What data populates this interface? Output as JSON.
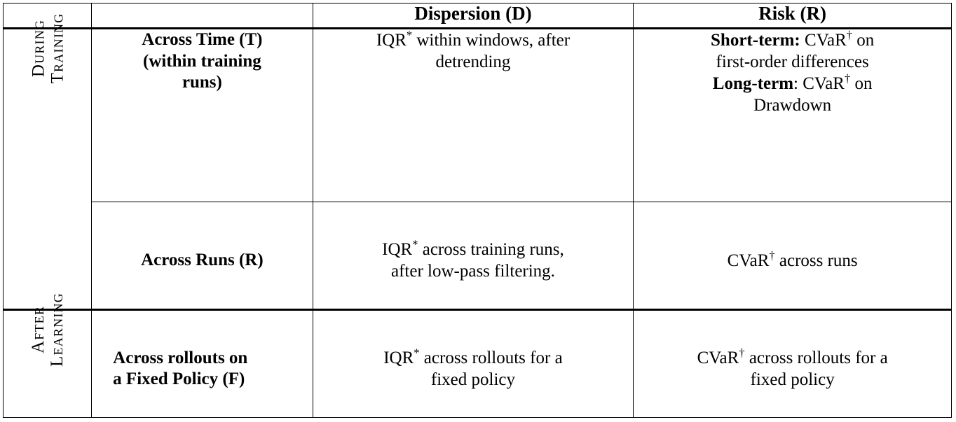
{
  "table": {
    "headers": {
      "corner_group": "",
      "corner_scope": "",
      "dispersion": "Dispersion (D)",
      "risk": "Risk (R)"
    },
    "groups": [
      {
        "name": "during-training",
        "label_line1": "During",
        "label_line2": "Training",
        "rows": [
          {
            "name": "across-time",
            "scope_line1": "Across Time (T)",
            "scope_line2": "(within training",
            "scope_line3": "runs)",
            "dispersion": {
              "prefix": "IQR",
              "mark": "*",
              "line1_rest": " within windows, after",
              "line2": "detrending"
            },
            "risk": {
              "item1_label": "Short-term:",
              "item1_label_bold_colon": true,
              "item1_acronym": "CVaR",
              "item1_mark": "†",
              "item1_tail": " on",
              "item1_line2": "first-order differences",
              "item2_label": "Long-term",
              "item2_colon": ":",
              "item2_acronym": "CVaR",
              "item2_mark": "†",
              "item2_tail": " on",
              "item2_line2": "Drawdown"
            }
          },
          {
            "name": "across-runs",
            "scope_line1": "Across Runs (R)",
            "dispersion": {
              "prefix": "IQR",
              "mark": "*",
              "line1_rest": " across training runs,",
              "line2": "after low-pass filtering."
            },
            "risk": {
              "prefix": "CVaR",
              "mark": "†",
              "line1_rest": " across runs"
            }
          }
        ]
      },
      {
        "name": "after-learning",
        "label_line1": "After",
        "label_line2": "Learning",
        "rows": [
          {
            "name": "across-rollouts-fixed-policy",
            "scope_line1": "Across rollouts on",
            "scope_line2": "a Fixed Policy (F)",
            "dispersion": {
              "prefix": "IQR",
              "mark": "*",
              "line1_rest": " across rollouts for a",
              "line2": "fixed policy"
            },
            "risk": {
              "prefix": "CVaR",
              "mark": "†",
              "line1_rest": " across rollouts for a",
              "line2": "fixed policy"
            }
          }
        ]
      }
    ]
  }
}
